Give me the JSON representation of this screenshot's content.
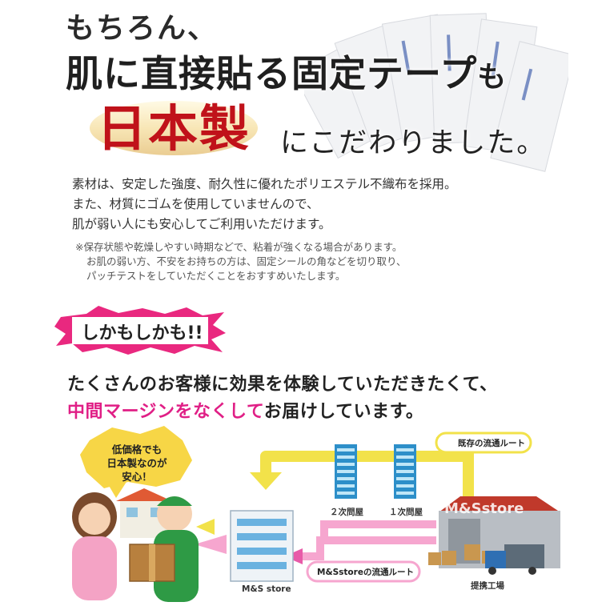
{
  "section1": {
    "heading_line1": "もちろん、",
    "heading_line2": "肌に直接貼る固定テープ",
    "heading_line2_suffix": "も",
    "badge": "日本製",
    "heading_line3": "にこだわりました。",
    "paragraph": [
      "素材は、安定した強度、耐久性に優れたポリエステル不織布を採用。",
      "また、材質にゴムを使用していませんので、",
      "肌が弱い人にも安心してご利用いただけます。"
    ],
    "note": [
      "※保存状態や乾燥しやすい時期などで、粘着が強くなる場合があります。",
      "お肌の弱い方、不安をお持ちの方は、固定シールの角などを切り取り、",
      "パッチテストをしていただくことをおすすめいたします。"
    ]
  },
  "section2": {
    "burst_text": "しかもしかも!!",
    "lead_line1": "たくさんのお客様に効果を体験していただきたくて、",
    "lead_line2_highlight": "中間マージンをなくして",
    "lead_line2_rest": "お届けしています。",
    "colors": {
      "pink": "#e01f86",
      "yellow": "#f2e24a",
      "red": "#c0121a"
    }
  },
  "diagram": {
    "bubble_lines": [
      "低価格でも",
      "日本製なのが",
      "安心！"
    ],
    "existing_route": "既存の流通ルート",
    "store_route": "M&Sstoreの流通ルート",
    "secondary_wholesaler": "２次問屋",
    "primary_wholesaler": "１次問屋",
    "store_label": "M&S store",
    "factory_label": "提携工場",
    "watermark": "M&Sstore"
  }
}
